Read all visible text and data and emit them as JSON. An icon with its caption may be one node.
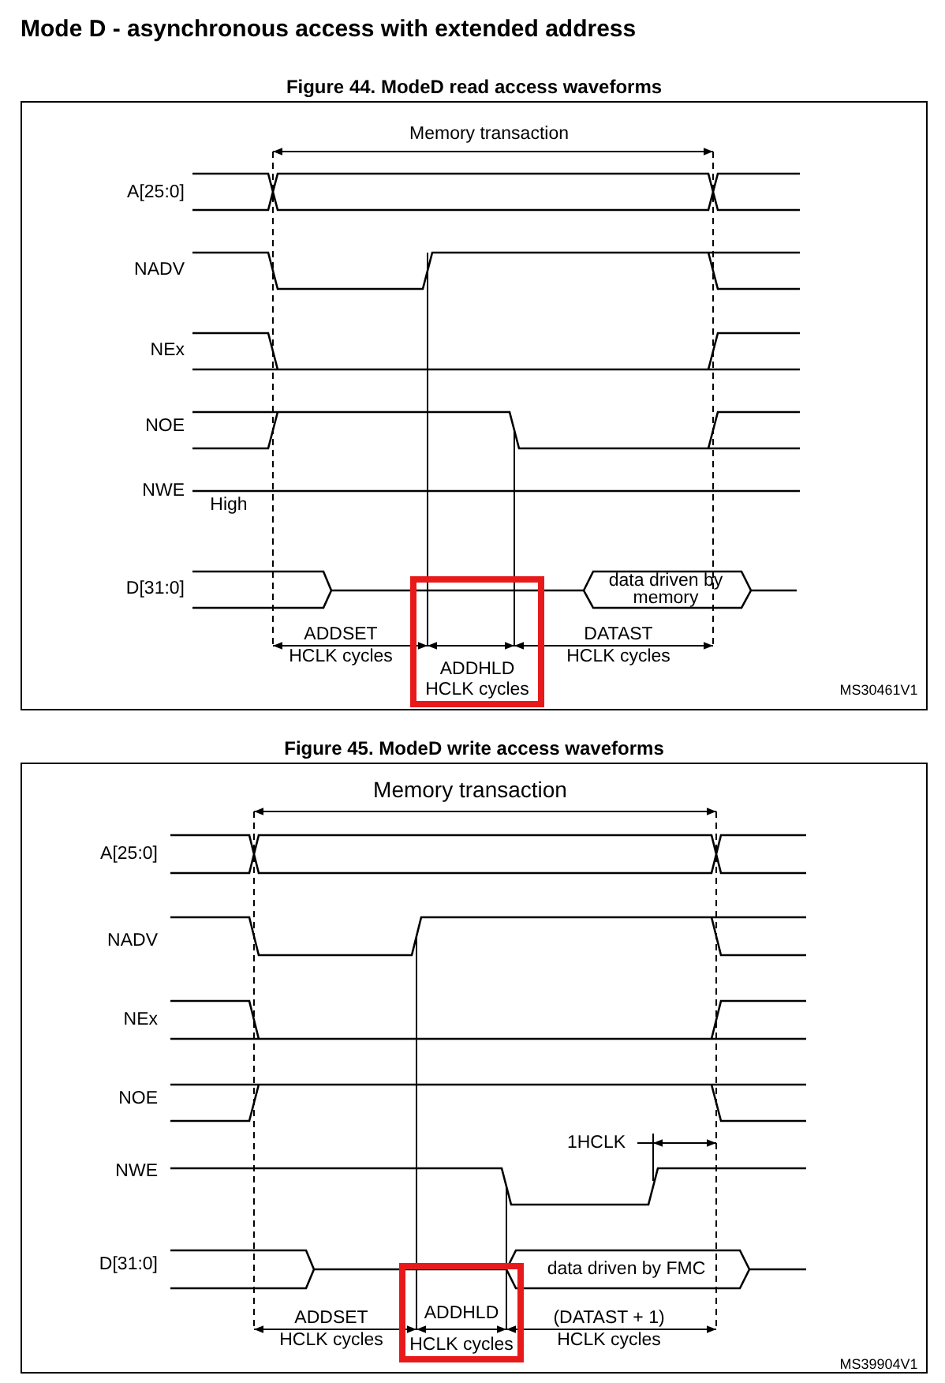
{
  "diagram": {
    "title": "Mode D - asynchronous access with extended address",
    "nodes": [
      {
        "text": [
          "Figure 44. ModeD read access waveforms"
        ]
      },
      {
        "text": [
          "ADDHLD HCLK cycles"
        ],
        "in": 0
      },
      {
        "text": [
          "Figure 45. ModeD write access waveforms"
        ]
      },
      {
        "text": [
          "ADDHLD HCLK cycles"
        ],
        "in": 2
      }
    ],
    "labels": [
      "Memory transaction",
      "A[25:0]",
      "NADV",
      "NEx",
      "NOE",
      "NWE",
      "High",
      "D[31:0]",
      "data driven by memory",
      "ADDSET HCLK cycles",
      "DATAST HCLK cycles",
      "MS30461V1",
      "Memory transaction",
      "A[25:0]",
      "NADV",
      "NEx",
      "NOE",
      "1HCLK",
      "NWE",
      "D[31:0]",
      "data driven by FMC",
      "ADDSET HCLK cycles",
      "(DATAST + 1) HCLK cycles",
      "MS39904V1"
    ]
  }
}
